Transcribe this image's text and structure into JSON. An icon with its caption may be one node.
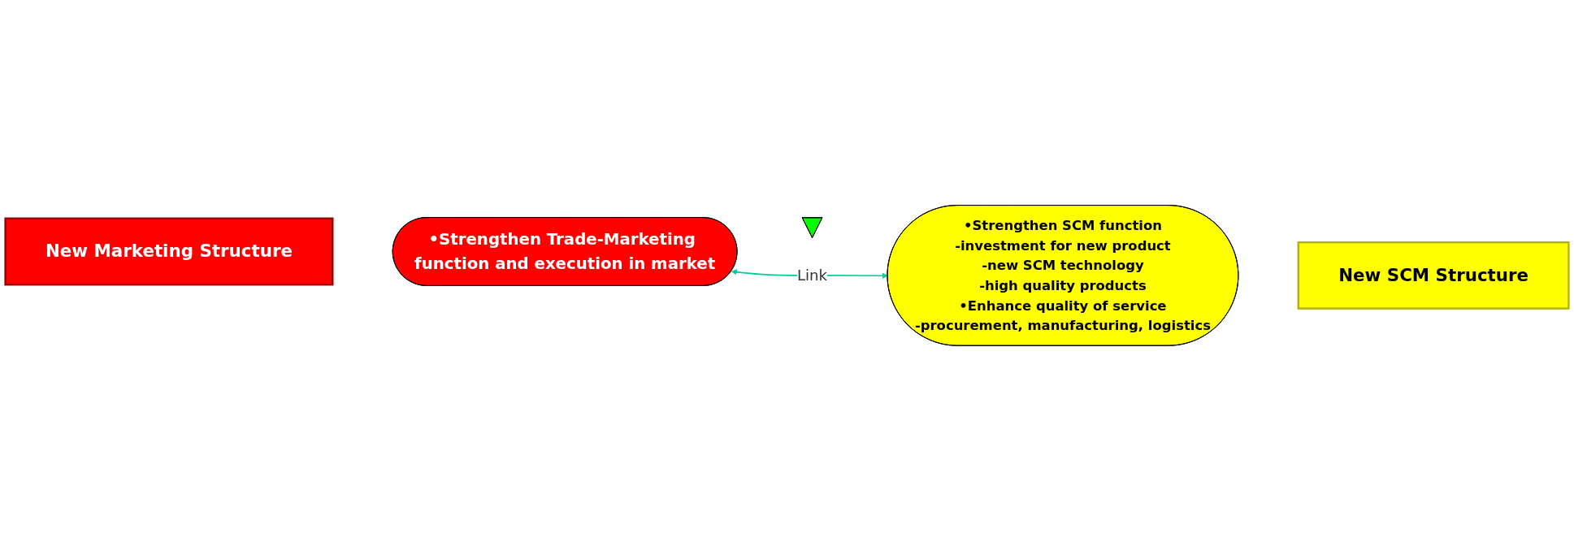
{
  "diagram": {
    "nodes": [
      {
        "text": [
          "New Marketing Structure"
        ]
      },
      {
        "text": [
          "•Strengthen Trade-Marketing function and execution in market"
        ]
      },
      {
        "text": [
          "New SCM Structure"
        ]
      },
      {
        "text": [
          "•Strengthen SCM function",
          "-investment for new product",
          "-new SCM technology",
          "-high quality products",
          "•Enhance quality of service",
          "-procurement, manufacturing, logistics"
        ]
      },
      {
        "text": [],
        "shape": "triangle"
      }
    ],
    "edges": [
      {
        "from": 1,
        "to": 3,
        "arrow": "both",
        "label": "Link"
      }
    ]
  }
}
